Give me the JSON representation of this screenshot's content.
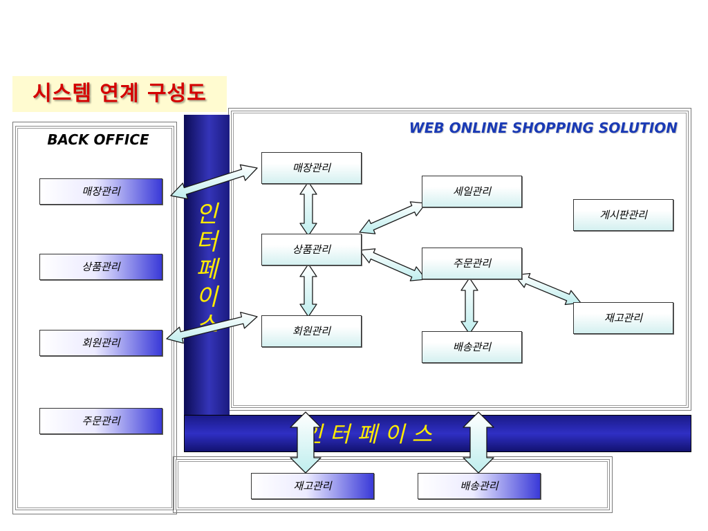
{
  "title": "시스템 연계 구성도",
  "back_office": {
    "title": "BACK OFFICE",
    "items": [
      "매장관리",
      "상품관리",
      "회원관리",
      "주문관리"
    ]
  },
  "web_solution": {
    "title": "WEB ONLINE SHOPPING SOLUTION",
    "modules": {
      "store": "매장관리",
      "product": "상품관리",
      "member": "회원관리",
      "sale": "세일관리",
      "order": "주문관리",
      "shipping": "배송관리",
      "board": "게시판관리",
      "inventory": "재고관리"
    }
  },
  "interface": {
    "vertical_label": "인\n터\n페\n이\n스",
    "horizontal_label": "인 터 페 이 스"
  },
  "bottom": {
    "items": [
      "재고관리",
      "배송관리"
    ]
  },
  "colors": {
    "title": "#d40000",
    "title_bg": "#fffbd0",
    "web_title": "#1a3ab5",
    "interface_bar": "#2f2fc4",
    "interface_text": "#ffec00",
    "arrow_fill": "#d8f6f6"
  }
}
